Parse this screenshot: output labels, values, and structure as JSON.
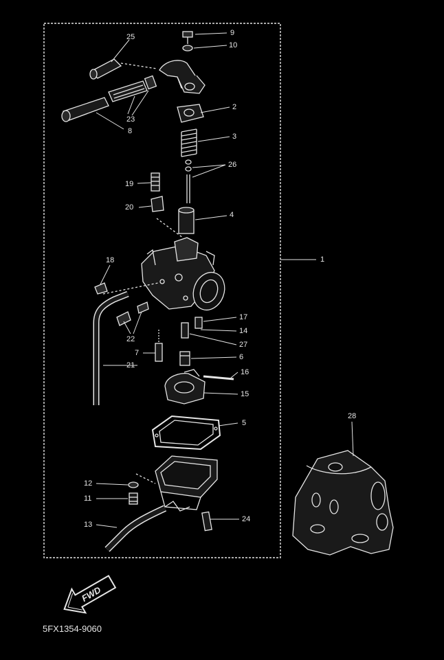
{
  "diagram": {
    "part_code": "5FX1354-9060",
    "fwd_label": "FWD",
    "callouts": {
      "c1": "1",
      "c2": "2",
      "c3": "3",
      "c4": "4",
      "c5": "5",
      "c6": "6",
      "c7": "7",
      "c8": "8",
      "c9": "9",
      "c10": "10",
      "c11": "11",
      "c12": "12",
      "c13": "13",
      "c14": "14",
      "c15": "15",
      "c16": "16",
      "c17": "17",
      "c18": "18",
      "c19": "19",
      "c20": "20",
      "c21": "21",
      "c22": "22",
      "c23": "23",
      "c24": "24",
      "c25": "25",
      "c26": "26",
      "c27": "27",
      "c28": "28"
    },
    "colors": {
      "background": "#000000",
      "ink": "#e6e6e6",
      "part_fill": "#1a1a1a"
    }
  }
}
